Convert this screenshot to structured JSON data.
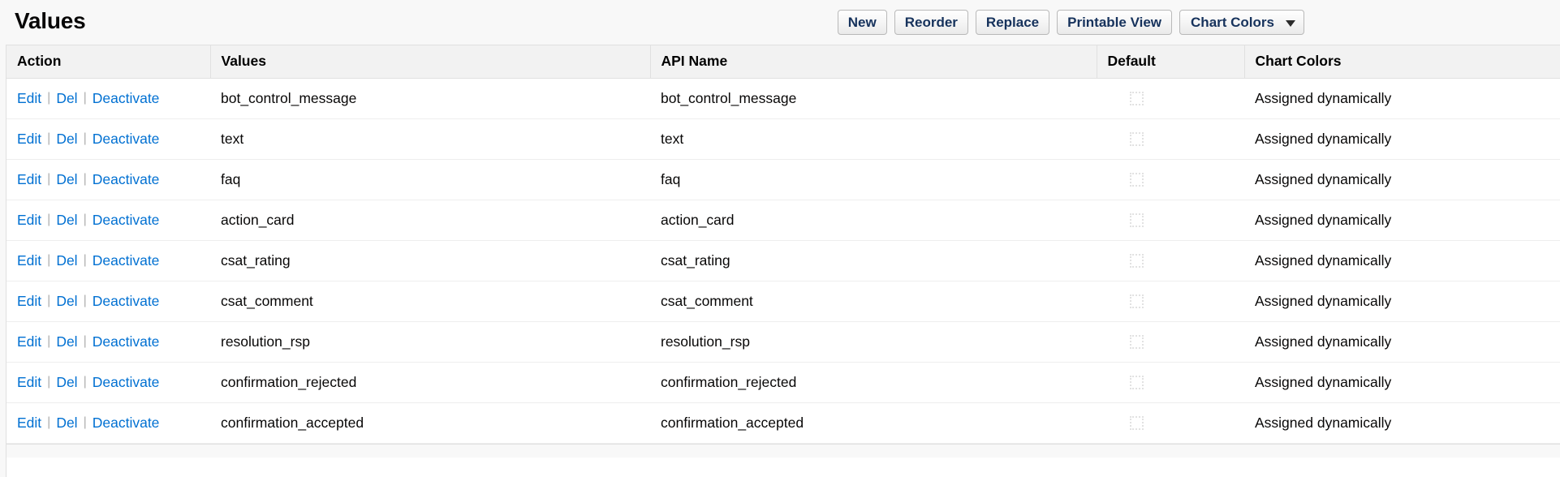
{
  "header": {
    "title": "Values",
    "toolbar": {
      "buttons": [
        {
          "label": "New",
          "name": "new-button"
        },
        {
          "label": "Reorder",
          "name": "reorder-button"
        },
        {
          "label": "Replace",
          "name": "replace-button"
        },
        {
          "label": "Printable View",
          "name": "printable-view-button"
        }
      ],
      "dropdown": {
        "label": "Chart Colors",
        "icon": "caret-down-icon"
      }
    }
  },
  "table": {
    "columns": [
      "Action",
      "Values",
      "API Name",
      "Default",
      "Chart Colors"
    ],
    "actions": {
      "edit": "Edit",
      "delete": "Del",
      "deactivate": "Deactivate",
      "separator": "|"
    },
    "rows": [
      {
        "value": "bot_control_message",
        "api_name": "bot_control_message",
        "default": false,
        "chart_color": "Assigned dynamically"
      },
      {
        "value": "text",
        "api_name": "text",
        "default": false,
        "chart_color": "Assigned dynamically"
      },
      {
        "value": "faq",
        "api_name": "faq",
        "default": false,
        "chart_color": "Assigned dynamically"
      },
      {
        "value": "action_card",
        "api_name": "action_card",
        "default": false,
        "chart_color": "Assigned dynamically"
      },
      {
        "value": "csat_rating",
        "api_name": "csat_rating",
        "default": false,
        "chart_color": "Assigned dynamically"
      },
      {
        "value": "csat_comment",
        "api_name": "csat_comment",
        "default": false,
        "chart_color": "Assigned dynamically"
      },
      {
        "value": "resolution_rsp",
        "api_name": "resolution_rsp",
        "default": false,
        "chart_color": "Assigned dynamically"
      },
      {
        "value": "confirmation_rejected",
        "api_name": "confirmation_rejected",
        "default": false,
        "chart_color": "Assigned dynamically"
      },
      {
        "value": "confirmation_accepted",
        "api_name": "confirmation_accepted",
        "default": false,
        "chart_color": "Assigned dynamically"
      }
    ]
  },
  "colors": {
    "link": "#0070d2",
    "button_text": "#16325c",
    "header_bg": "#f2f2f2",
    "page_bg": "#f8f8f8"
  }
}
